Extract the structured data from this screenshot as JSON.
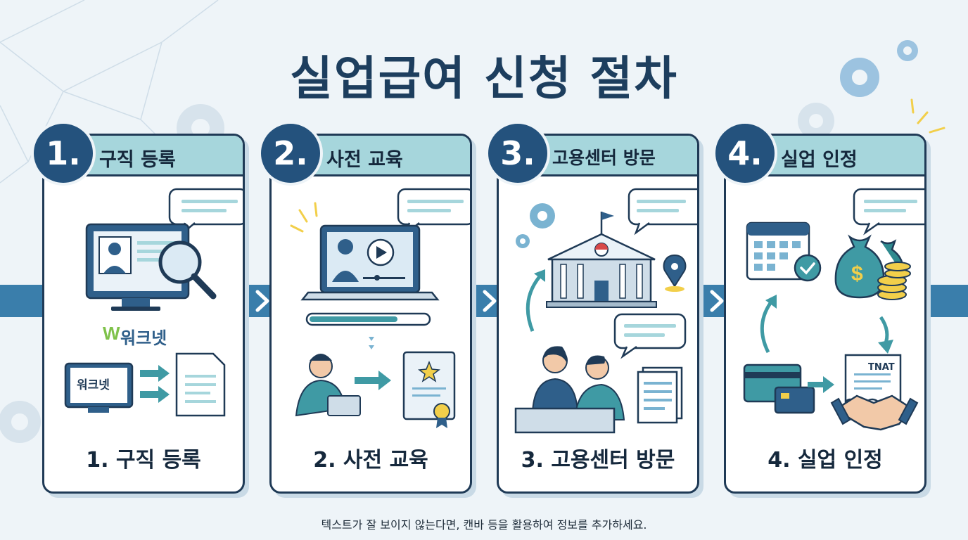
{
  "title": "실업급여 신청 절차",
  "steps": [
    {
      "number": "1.",
      "header": "구직 등록",
      "label": "1. 구직 등록",
      "brand_logo": "워크넷",
      "screen_text": "워크넷"
    },
    {
      "number": "2.",
      "header": "사전 교육",
      "label": "2. 사전 교육"
    },
    {
      "number": "3.",
      "header": "고용센터 방문",
      "label": "3. 고용센터 방문"
    },
    {
      "number": "4.",
      "header": "실업 인정",
      "label": "4. 실업 인정",
      "document_text": "TNAT"
    }
  ],
  "footer": "텍스트가 잘 보이지 않는다면, 캔바 등을 활용하여 정보를 추가하세요.",
  "colors": {
    "navy": "#1f3a56",
    "badge": "#24527d",
    "teal": "#3f9aa4",
    "header_bg": "#a6d6dc",
    "band": "#3a7eab"
  },
  "icons": [
    "monitor-icon",
    "magnifier-icon",
    "document-icon",
    "laptop-icon",
    "play-icon",
    "certificate-icon",
    "building-icon",
    "map-pin-icon",
    "gear-icon",
    "calendar-icon",
    "money-bag-icon",
    "coins-icon",
    "credit-card-icon",
    "handshake-icon",
    "speech-bubble-icon"
  ]
}
